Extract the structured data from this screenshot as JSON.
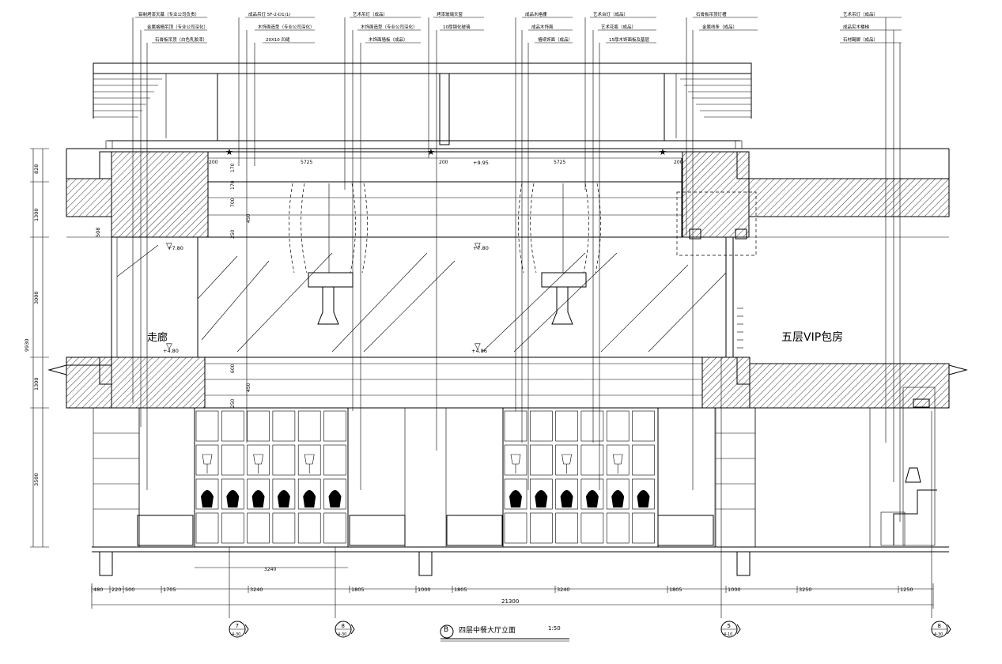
{
  "drawing": {
    "title": "四层中餐大厅立面",
    "title_marker": "B",
    "scale": "1:50",
    "room_left": "走廊",
    "room_right": "五层VIP包房"
  },
  "callouts": [
    {
      "text": "铝制烤漆天幕（专业公司负责）"
    },
    {
      "text": "金属格栅吊顶（专业公司深化）"
    },
    {
      "text": "石膏板吊顶（白色乳胶漆）"
    },
    {
      "text": "成品吊灯 5F-2-D1(1)"
    },
    {
      "text": "木饰面造型（专业公司深化）"
    },
    {
      "text": "20X10 凹缝"
    },
    {
      "text": "艺术吊灯（成品）"
    },
    {
      "text": "木饰面造型（专业公司深化）"
    },
    {
      "text": "木饰面墙板（成品）"
    },
    {
      "text": "烤漆玻璃天窗"
    },
    {
      "text": "10厚钢化玻璃"
    },
    {
      "text": "成品木格栅"
    },
    {
      "text": "成品木饰面"
    },
    {
      "text": "墙纸饰面（成品）"
    },
    {
      "text": "艺术台灯（成品）"
    },
    {
      "text": "艺术花瓶（成品）"
    },
    {
      "text": "15厚木饰面板及基层"
    },
    {
      "text": "石膏板吊顶灯槽"
    },
    {
      "text": "金属线条（成品）"
    },
    {
      "text": "艺术吊灯（成品）"
    },
    {
      "text": "成品实木楼梯"
    },
    {
      "text": "石材踢脚（成品）"
    }
  ],
  "levels": [
    {
      "text": "+9.95"
    },
    {
      "text": "+7.80"
    },
    {
      "text": "+7.80"
    },
    {
      "text": "+4.80"
    },
    {
      "text": "+4.86"
    }
  ],
  "vertical_dims": [
    {
      "text": "828"
    },
    {
      "text": "1300"
    },
    {
      "text": "3000"
    },
    {
      "text": "1300"
    },
    {
      "text": "3500"
    },
    {
      "text": "9930"
    },
    {
      "text": "508"
    }
  ],
  "inner_dims": [
    {
      "text": "200"
    },
    {
      "text": "5725"
    },
    {
      "text": "200"
    },
    {
      "text": "5725"
    },
    {
      "text": "200"
    },
    {
      "text": "170"
    },
    {
      "text": "170"
    },
    {
      "text": "700"
    },
    {
      "text": "450"
    },
    {
      "text": "250"
    },
    {
      "text": "600"
    },
    {
      "text": "450"
    },
    {
      "text": "250"
    },
    {
      "text": "3240"
    }
  ],
  "bottom_dims": [
    {
      "text": "480"
    },
    {
      "text": "220"
    },
    {
      "text": "500"
    },
    {
      "text": "1705"
    },
    {
      "text": "3240"
    },
    {
      "text": "1805"
    },
    {
      "text": "1000"
    },
    {
      "text": "1805"
    },
    {
      "text": "3240"
    },
    {
      "text": "1805"
    },
    {
      "text": "1000"
    },
    {
      "text": "3250"
    },
    {
      "text": "1250"
    }
  ],
  "total_dim": "21300",
  "section_marks": [
    {
      "number": "7",
      "sheet": "4-30"
    },
    {
      "number": "8",
      "sheet": "4-30"
    },
    {
      "number": "5",
      "sheet": "4-10"
    },
    {
      "number": "8",
      "sheet": "4-30"
    }
  ]
}
